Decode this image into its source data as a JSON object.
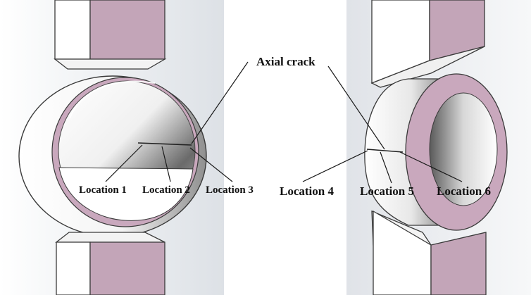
{
  "labels": {
    "axial_crack": "Axial crack",
    "location_1": "Location 1",
    "location_2": "Location 2",
    "location_3": "Location 3",
    "location_4": "Location 4",
    "location_5": "Location 5",
    "location_6": "Location 6"
  },
  "colors": {
    "face_mauve": "#c3a5b8",
    "ring_mauve": "#c9a8bd",
    "edge": "#3a3a3a",
    "background_left": "#e8ebef",
    "background_right": "#e3e6ea"
  }
}
